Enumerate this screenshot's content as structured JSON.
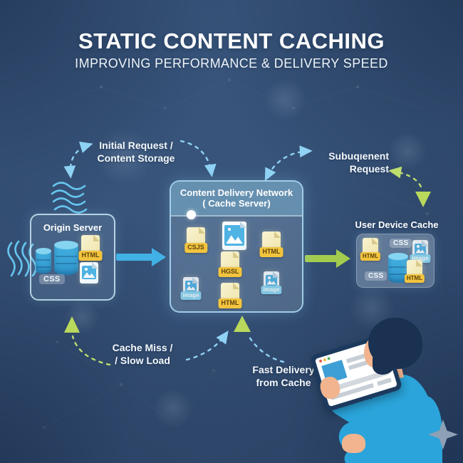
{
  "header": {
    "title": "STATIC CONTENT CACHING",
    "subtitle": "IMPROVING PERFORMANCE & DELIVERY SPEED"
  },
  "flow": {
    "initial": {
      "line1": "Initial Request /",
      "line2": "Content Storage"
    },
    "subsequent": {
      "line1": "Subuqıenent",
      "line2": "Request"
    },
    "cache_miss": {
      "line1": "Cache Miss /",
      "line2": "/ Slow Load"
    },
    "fast_delivery": {
      "line1": "Fast Delivery",
      "line2": "from Cache"
    }
  },
  "origin": {
    "title": "Origin Server",
    "html_badge": "HTML",
    "css_label": "CSS"
  },
  "cdn": {
    "title_line1": "Content Delivery Network",
    "title_line2": "( Cache Server)",
    "badges": {
      "f1": "CSJS",
      "f3": "HTML",
      "f4": "HGSL",
      "f5": "image",
      "f6": "HTML",
      "f7": "image"
    }
  },
  "device": {
    "title": "User Device Cache",
    "html1": "HTML",
    "css1": "CSS",
    "image1": "image",
    "css2": "CSS",
    "html2": "HTML"
  },
  "colors": {
    "solid_arrow_blue": "#41b1e6",
    "solid_arrow_green": "#a3cc4e",
    "dashed_blue": "#8fd2f4",
    "dashed_green": "#bede6e",
    "badge_yellow": "#f2c43e",
    "badge_blue": "#8ad6f2",
    "background": "#38547a"
  }
}
